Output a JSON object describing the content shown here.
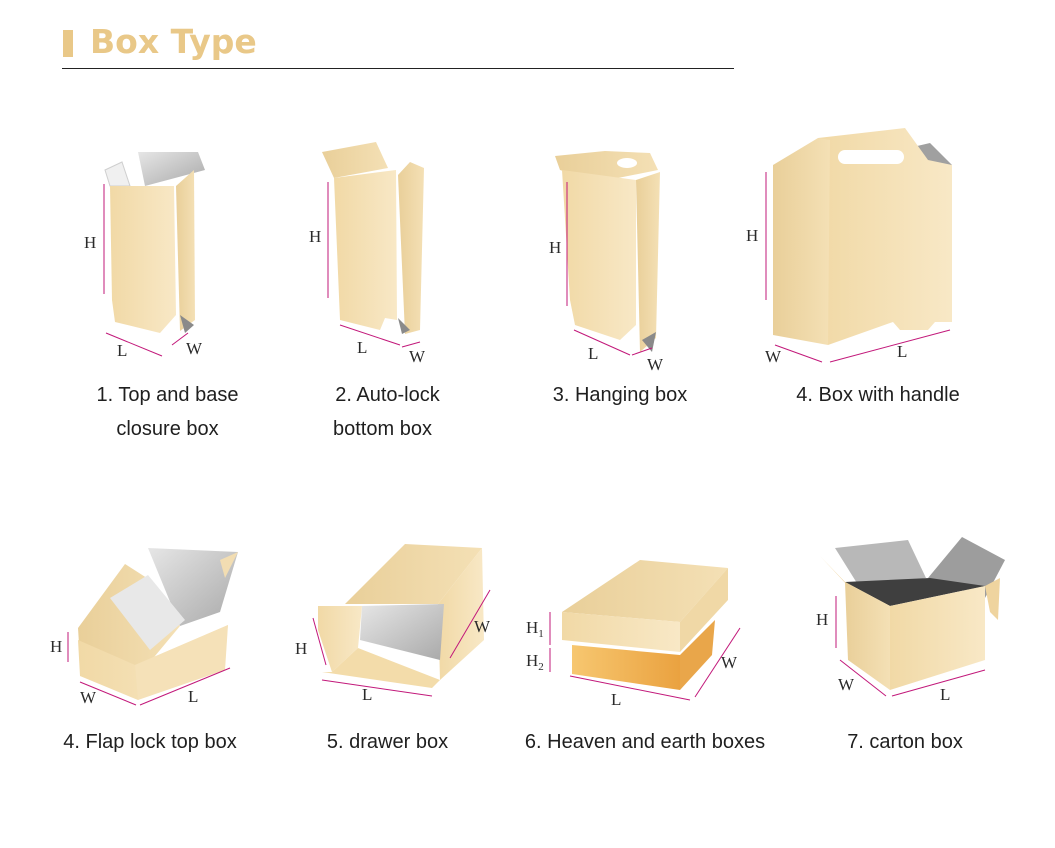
{
  "header": {
    "title": "Box Type"
  },
  "boxes": [
    {
      "caption_line1": "1. Top and base",
      "caption_line2": "closure box",
      "dims": {
        "h": "H",
        "l": "L",
        "w": "W"
      }
    },
    {
      "caption_line1": "2. Auto-lock",
      "caption_line2": "bottom box",
      "dims": {
        "h": "H",
        "l": "L",
        "w": "W"
      }
    },
    {
      "caption_line1": "3. Hanging box",
      "dims": {
        "h": "H",
        "l": "L",
        "w": "W"
      }
    },
    {
      "caption_line1": "4. Box with handle",
      "dims": {
        "h": "H",
        "l": "L",
        "w": "W"
      }
    },
    {
      "caption_line1": "4. Flap lock top box",
      "dims": {
        "h": "H",
        "l": "L",
        "w": "W"
      }
    },
    {
      "caption_line1": "5. drawer box",
      "dims": {
        "h": "H",
        "l": "L",
        "w": "W"
      }
    },
    {
      "caption_line1": "6. Heaven and earth boxes",
      "dims": {
        "h1": "H",
        "h1_sub": "1",
        "h2": "H",
        "h2_sub": "2",
        "l": "L",
        "w": "W"
      }
    },
    {
      "caption_line1": "7. carton box",
      "dims": {
        "h": "H",
        "l": "L",
        "w": "W"
      }
    }
  ],
  "colors": {
    "accent": "#e9c888",
    "box_light": "#f6e4bd",
    "box_mid": "#edd3a0",
    "box_shadow": "#d8b982",
    "inner_gray": "#c9c9c9",
    "dim_line": "#c2187a",
    "earth_orange": "#f3b65a"
  }
}
